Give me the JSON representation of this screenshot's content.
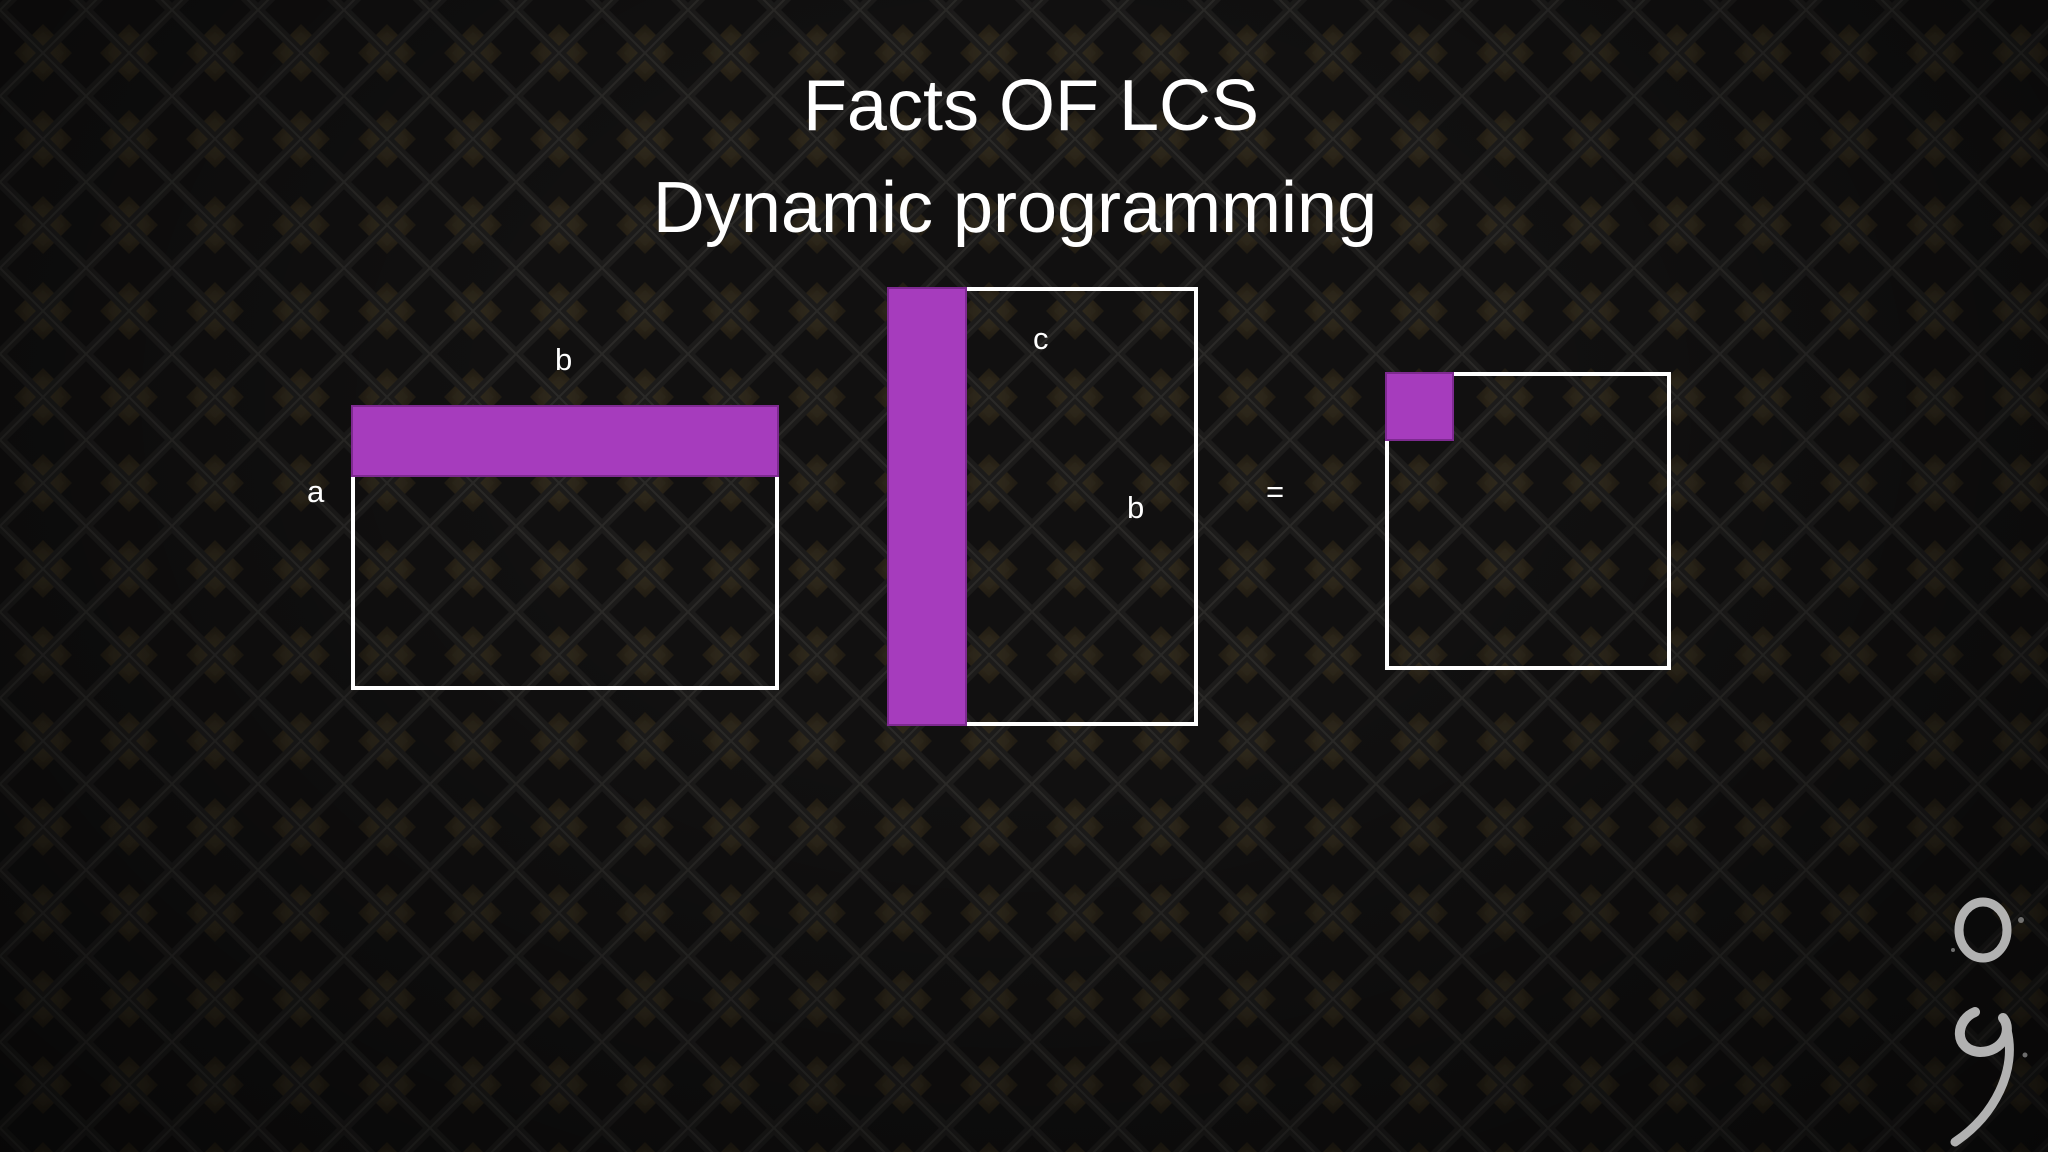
{
  "slide": {
    "title_line1": "Facts OF LCS",
    "title_line2": "Dynamic programming"
  },
  "diagram": {
    "matrix_a_x_b": {
      "row_label": "a",
      "col_label": "b"
    },
    "matrix_b_x_c": {
      "row_label": "b",
      "col_label": "c"
    },
    "equals": "=",
    "result_matrix": {}
  },
  "colors": {
    "background": "#0d0c0b",
    "highlight": "#a63cbd",
    "outline": "#ffffff",
    "text": "#ffffff"
  },
  "icons": [
    "semicolon-brush-icon"
  ]
}
